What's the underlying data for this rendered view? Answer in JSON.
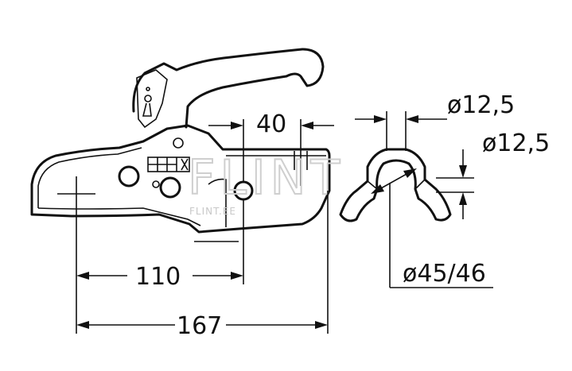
{
  "dimensions": {
    "width_40": "40",
    "overall_length": "167",
    "ball_offset": "110",
    "bolt_hole_1": "ø12,5",
    "bolt_hole_2": "ø12,5",
    "tube_diameter": "ø45/46"
  },
  "watermark": {
    "brand": "FLINT",
    "site": "FLINT.EE"
  },
  "colors": {
    "line": "#111111",
    "watermark": "#cfcfcf",
    "background": "#ffffff"
  }
}
